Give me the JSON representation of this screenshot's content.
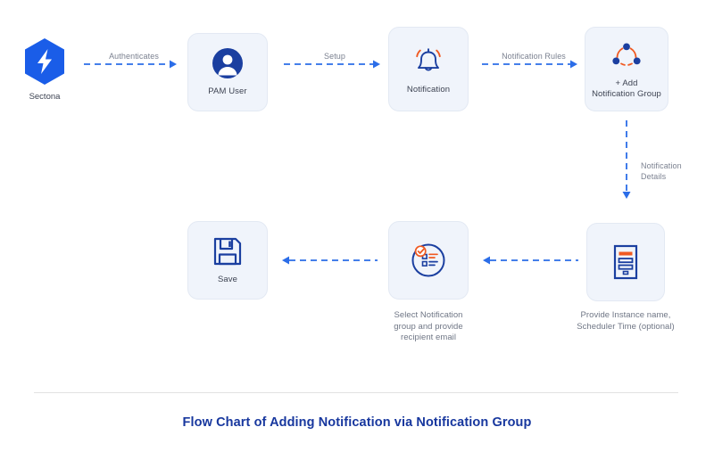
{
  "diagram": {
    "title": "Flow Chart of Adding Notification via Notification Group",
    "colors": {
      "accent_blue": "#1a5de8",
      "deep_blue": "#1b3fa0",
      "orange": "#f05a22",
      "box_fill": "#f0f4fb",
      "box_border": "#e3e9f3",
      "label_gray": "#7b8190",
      "title_blue": "#17379e"
    },
    "nodes": [
      {
        "id": "sectona",
        "icon": "sectona-hexagon-bolt-icon",
        "label": "Sectona"
      },
      {
        "id": "pam-user",
        "icon": "user-avatar-icon",
        "label": "PAM User"
      },
      {
        "id": "notification",
        "icon": "bell-icon",
        "label": "Notification"
      },
      {
        "id": "add-group",
        "icon": "user-group-nodes-icon",
        "label": "+ Add\nNotification Group"
      },
      {
        "id": "instance",
        "icon": "form-document-icon",
        "caption": "Provide Instance name,\nScheduler Time (optional)"
      },
      {
        "id": "select-group",
        "icon": "checklist-circle-icon",
        "caption": "Select Notification\ngroup and provide\nrecipient email"
      },
      {
        "id": "save",
        "icon": "floppy-disk-save-icon",
        "label": "Save"
      }
    ],
    "node_labels": {
      "sectona": "Sectona",
      "pam_user": "PAM User",
      "notification": "Notification",
      "add_group_line1": "+ Add",
      "add_group_line2": "Notification Group",
      "save": "Save"
    },
    "captions": {
      "instance": "Provide Instance name,\nScheduler Time (optional)",
      "select_group": "Select Notification\ngroup and provide\nrecipient email"
    },
    "edges": [
      {
        "id": "e1",
        "from": "sectona",
        "to": "pam-user",
        "label": "Authenticates",
        "direction": "right"
      },
      {
        "id": "e2",
        "from": "pam-user",
        "to": "notification",
        "label": "Setup",
        "direction": "right"
      },
      {
        "id": "e3",
        "from": "notification",
        "to": "add-group",
        "label": "Notification Rules",
        "direction": "right"
      },
      {
        "id": "e4",
        "from": "add-group",
        "to": "instance",
        "label": "Notification\nDetails",
        "direction": "down"
      },
      {
        "id": "e5",
        "from": "instance",
        "to": "select-group",
        "label": "",
        "direction": "left"
      },
      {
        "id": "e6",
        "from": "select-group",
        "to": "save",
        "label": "",
        "direction": "left"
      }
    ],
    "edge_labels": {
      "authenticates": "Authenticates",
      "setup": "Setup",
      "notification_rules": "Notification Rules",
      "notification_details": "Notification\nDetails"
    }
  }
}
